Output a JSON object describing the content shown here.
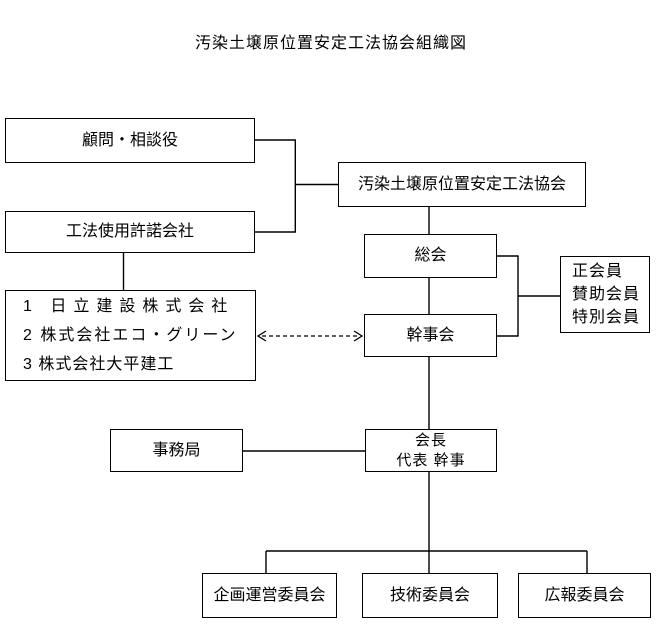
{
  "title": "汚染土壌原位置安定工法協会組織図",
  "colors": {
    "line": "#000000",
    "text": "#000000",
    "box_background": "#ffffff",
    "page_background": "#ffffff"
  },
  "boxes": {
    "advisor": {
      "label": "顧問・相談役"
    },
    "association": {
      "label": "汚染土壌原位置安定工法協会"
    },
    "licensor_companies": {
      "label": "工法使用許諾会社"
    },
    "licensee_list": {
      "lines": [
        "1 日立建設株式会社",
        "2 株式会社エコ・グリーン",
        "3 株式会社大平建工"
      ]
    },
    "general_meeting": {
      "label": "総会"
    },
    "secretary_board": {
      "label": "幹事会"
    },
    "membership_types": {
      "lines": [
        "正会員",
        "賛助会員",
        "特別会員"
      ]
    },
    "secretariat_office": {
      "label": "事務局"
    },
    "chairman": {
      "lines": [
        "会長",
        "代表 幹事"
      ]
    },
    "planning_committee": {
      "label": "企画運営委員会"
    },
    "technical_committee": {
      "label": "技術委員会"
    },
    "pr_committee": {
      "label": "広報委員会"
    }
  }
}
